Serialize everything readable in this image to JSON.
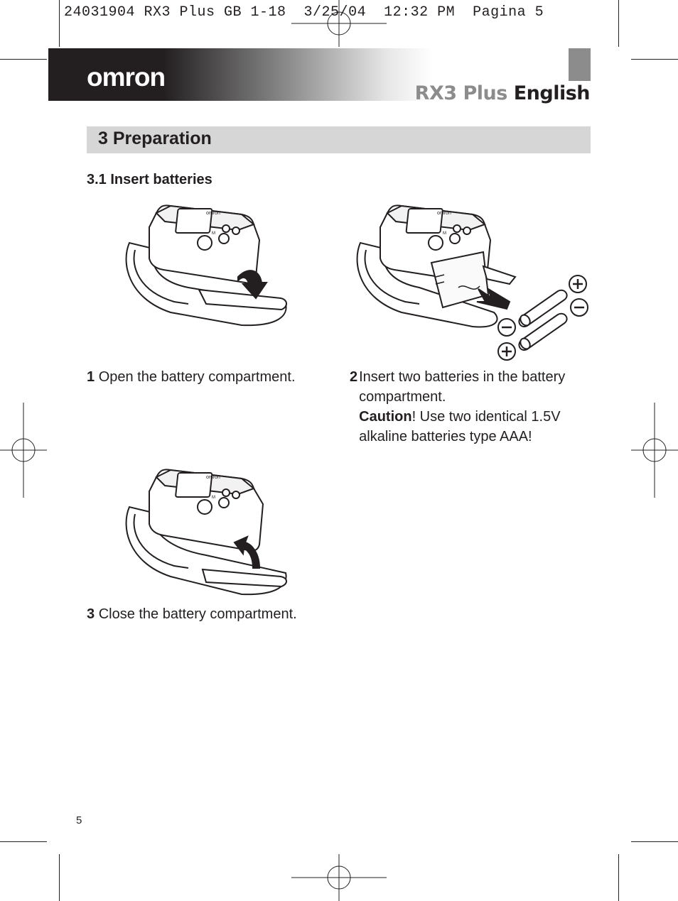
{
  "print_slug": "24031904 RX3 Plus GB 1-18  3/25/04  12:32 PM  Pagina 5",
  "brand": {
    "logo_text": "omron"
  },
  "header": {
    "model": "RX3 Plus",
    "language": "English"
  },
  "section": {
    "title": "3 Preparation"
  },
  "subsection": {
    "title": "3.1 Insert batteries"
  },
  "steps": [
    {
      "number": "1",
      "text": "Open the battery compartment."
    },
    {
      "number": "2",
      "text": "Insert two batteries in the battery compartment.",
      "caution_label": "Caution",
      "caution_text": "! Use two identical 1.5V alkaline batteries type AAA!"
    },
    {
      "number": "3",
      "text": "Close the battery compartment."
    }
  ],
  "illustration": {
    "display_logo": "omron",
    "button_label": "M"
  },
  "page_number": "5",
  "colors": {
    "text": "#231f20",
    "section_bar": "#d6d6d6",
    "accent_gray": "#8c8c8c"
  }
}
